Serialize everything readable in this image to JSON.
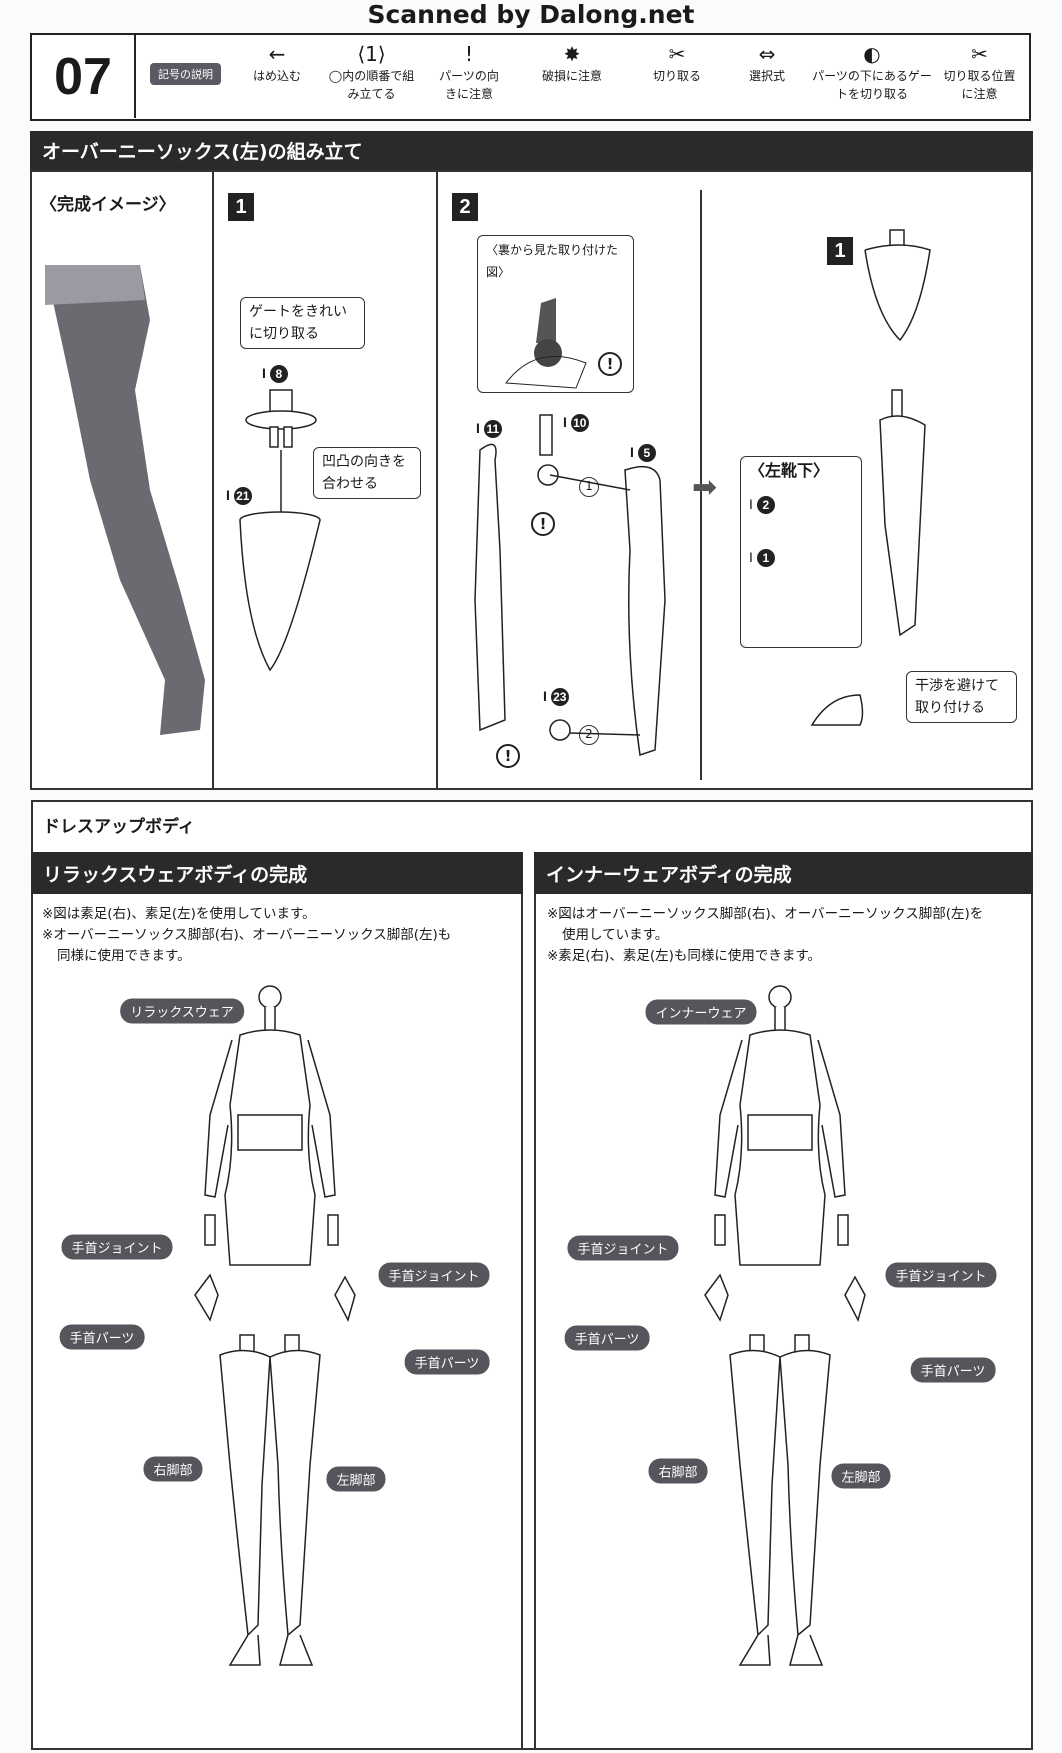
{
  "scan_credit": "Scanned by Dalong.net",
  "header": {
    "page_number": "07",
    "legend_badge": "記号の説明",
    "legend": [
      {
        "icon": "arrow-left-icon",
        "glyph": "←",
        "label": "はめ込む"
      },
      {
        "icon": "hexagon-number-icon",
        "glyph": "⟨1⟩",
        "label": "◯内の順番で組み立てる"
      },
      {
        "icon": "exclamation-icon",
        "glyph": "!",
        "label": "パーツの向きに注意"
      },
      {
        "icon": "breakage-icon",
        "glyph": "✸",
        "label": "破損に注意"
      },
      {
        "icon": "cut-icon",
        "glyph": "✂",
        "label": "切り取る"
      },
      {
        "icon": "double-arrow-icon",
        "glyph": "⇔",
        "label": "選択式"
      },
      {
        "icon": "gate-cut-icon",
        "glyph": "◐",
        "label": "パーツの下にあるゲートを切り取る"
      },
      {
        "icon": "cut-position-icon",
        "glyph": "✂",
        "label": "切り取る位置に注意"
      }
    ]
  },
  "section1": {
    "title": "オーバーニーソックス(左)の組み立て",
    "completion_label": "〈完成イメージ〉",
    "step1": {
      "number": "1",
      "callout_gate": "ゲートをきれいに切り取る",
      "callout_align": "凹凸の向きを合わせる",
      "part_a": "8",
      "part_b": "21"
    },
    "step2": {
      "number": "2",
      "inset_title": "〈裏から見た取り付けた図〉",
      "parts": [
        "11",
        "10",
        "5",
        "23"
      ],
      "order": [
        "1",
        "2"
      ],
      "warn": "!"
    },
    "step3": {
      "number": "1",
      "inset_title": "〈左靴下〉",
      "parts": [
        "2",
        "1"
      ],
      "callout": "干渉を避けて取り付ける"
    }
  },
  "section2": {
    "title": "ドレスアップボディ",
    "left": {
      "title": "リラックスウェアボディの完成",
      "notes": [
        "※図は素足(右)、素足(左)を使用しています。",
        "※オーバーニーソックス脚部(右)、オーバーニーソックス脚部(左)も",
        "同様に使用できます。"
      ],
      "labels": {
        "wear": "リラックスウェア",
        "joint_r": "手首ジョイント",
        "joint_l": "手首ジョイント",
        "hand_r": "手首パーツ",
        "hand_l": "手首パーツ",
        "leg_r": "右脚部",
        "leg_l": "左脚部"
      }
    },
    "right": {
      "title": "インナーウェアボディの完成",
      "notes": [
        "※図はオーバーニーソックス脚部(右)、オーバーニーソックス脚部(左)を",
        "使用しています。",
        "※素足(右)、素足(左)も同様に使用できます。"
      ],
      "labels": {
        "wear": "インナーウェア",
        "joint_r": "手首ジョイント",
        "joint_l": "手首ジョイント",
        "hand_r": "手首パーツ",
        "hand_l": "手首パーツ",
        "leg_r": "右脚部",
        "leg_l": "左脚部"
      }
    }
  }
}
